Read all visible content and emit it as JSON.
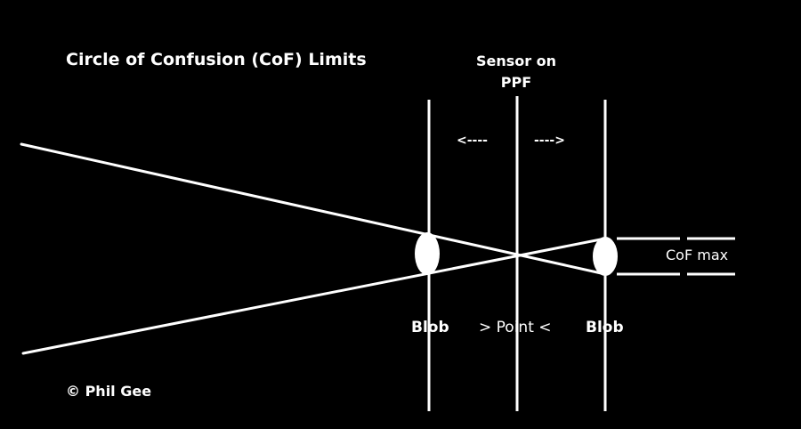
{
  "title": "Circle of Confusion (CoF) Limits",
  "sensor_label": [
    "Sensor on",
    "PPF"
  ],
  "arrows": {
    "left": "<----",
    "right": "---->"
  },
  "labels": {
    "blob_left": "Blob",
    "point": "> Point <",
    "blob_right": "Blob",
    "cof_max": "CoF max"
  },
  "copyright": "© Phil Gee",
  "colors": {
    "background": "#000000",
    "foreground": "#ffffff"
  }
}
